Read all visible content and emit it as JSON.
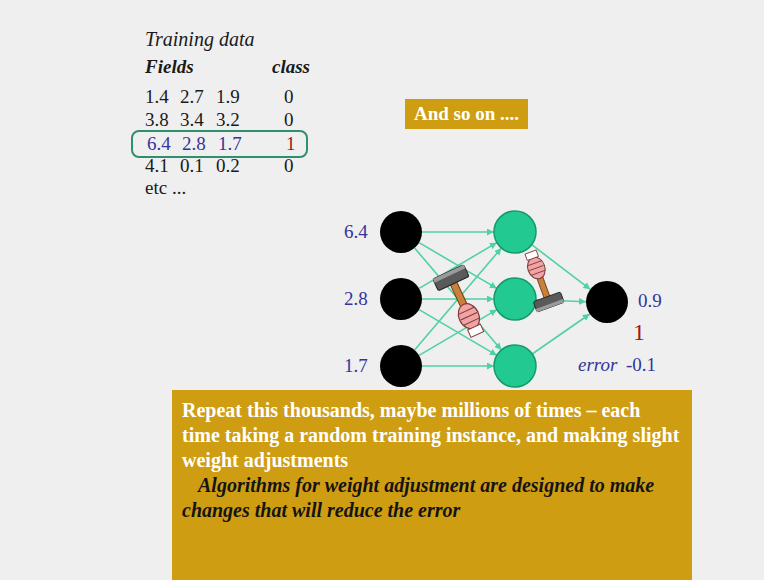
{
  "diagram": {
    "nodes": [
      {
        "text": [
          "6.4",
          "2.8",
          "1.7",
          "1"
        ]
      },
      {
        "text": [
          "And so on ...."
        ]
      },
      {
        "text": [
          "Repeat this thousands, maybe millions of times – each time taking a random training instance, and making slight weight adjustments",
          "Algorithms for weight adjustment are designed to make changes that will reduce the error"
        ]
      }
    ],
    "labels": [
      "Training data",
      "Fields",
      "class",
      "1.4",
      "2.7",
      "1.9",
      "0",
      "3.8",
      "3.4",
      "3.2",
      "0",
      "4.1",
      "0.1",
      "0.2",
      "0",
      "etc ...",
      "6.4",
      "2.8",
      "1.7",
      "0.9",
      "1",
      "error",
      "-0.1"
    ]
  }
}
